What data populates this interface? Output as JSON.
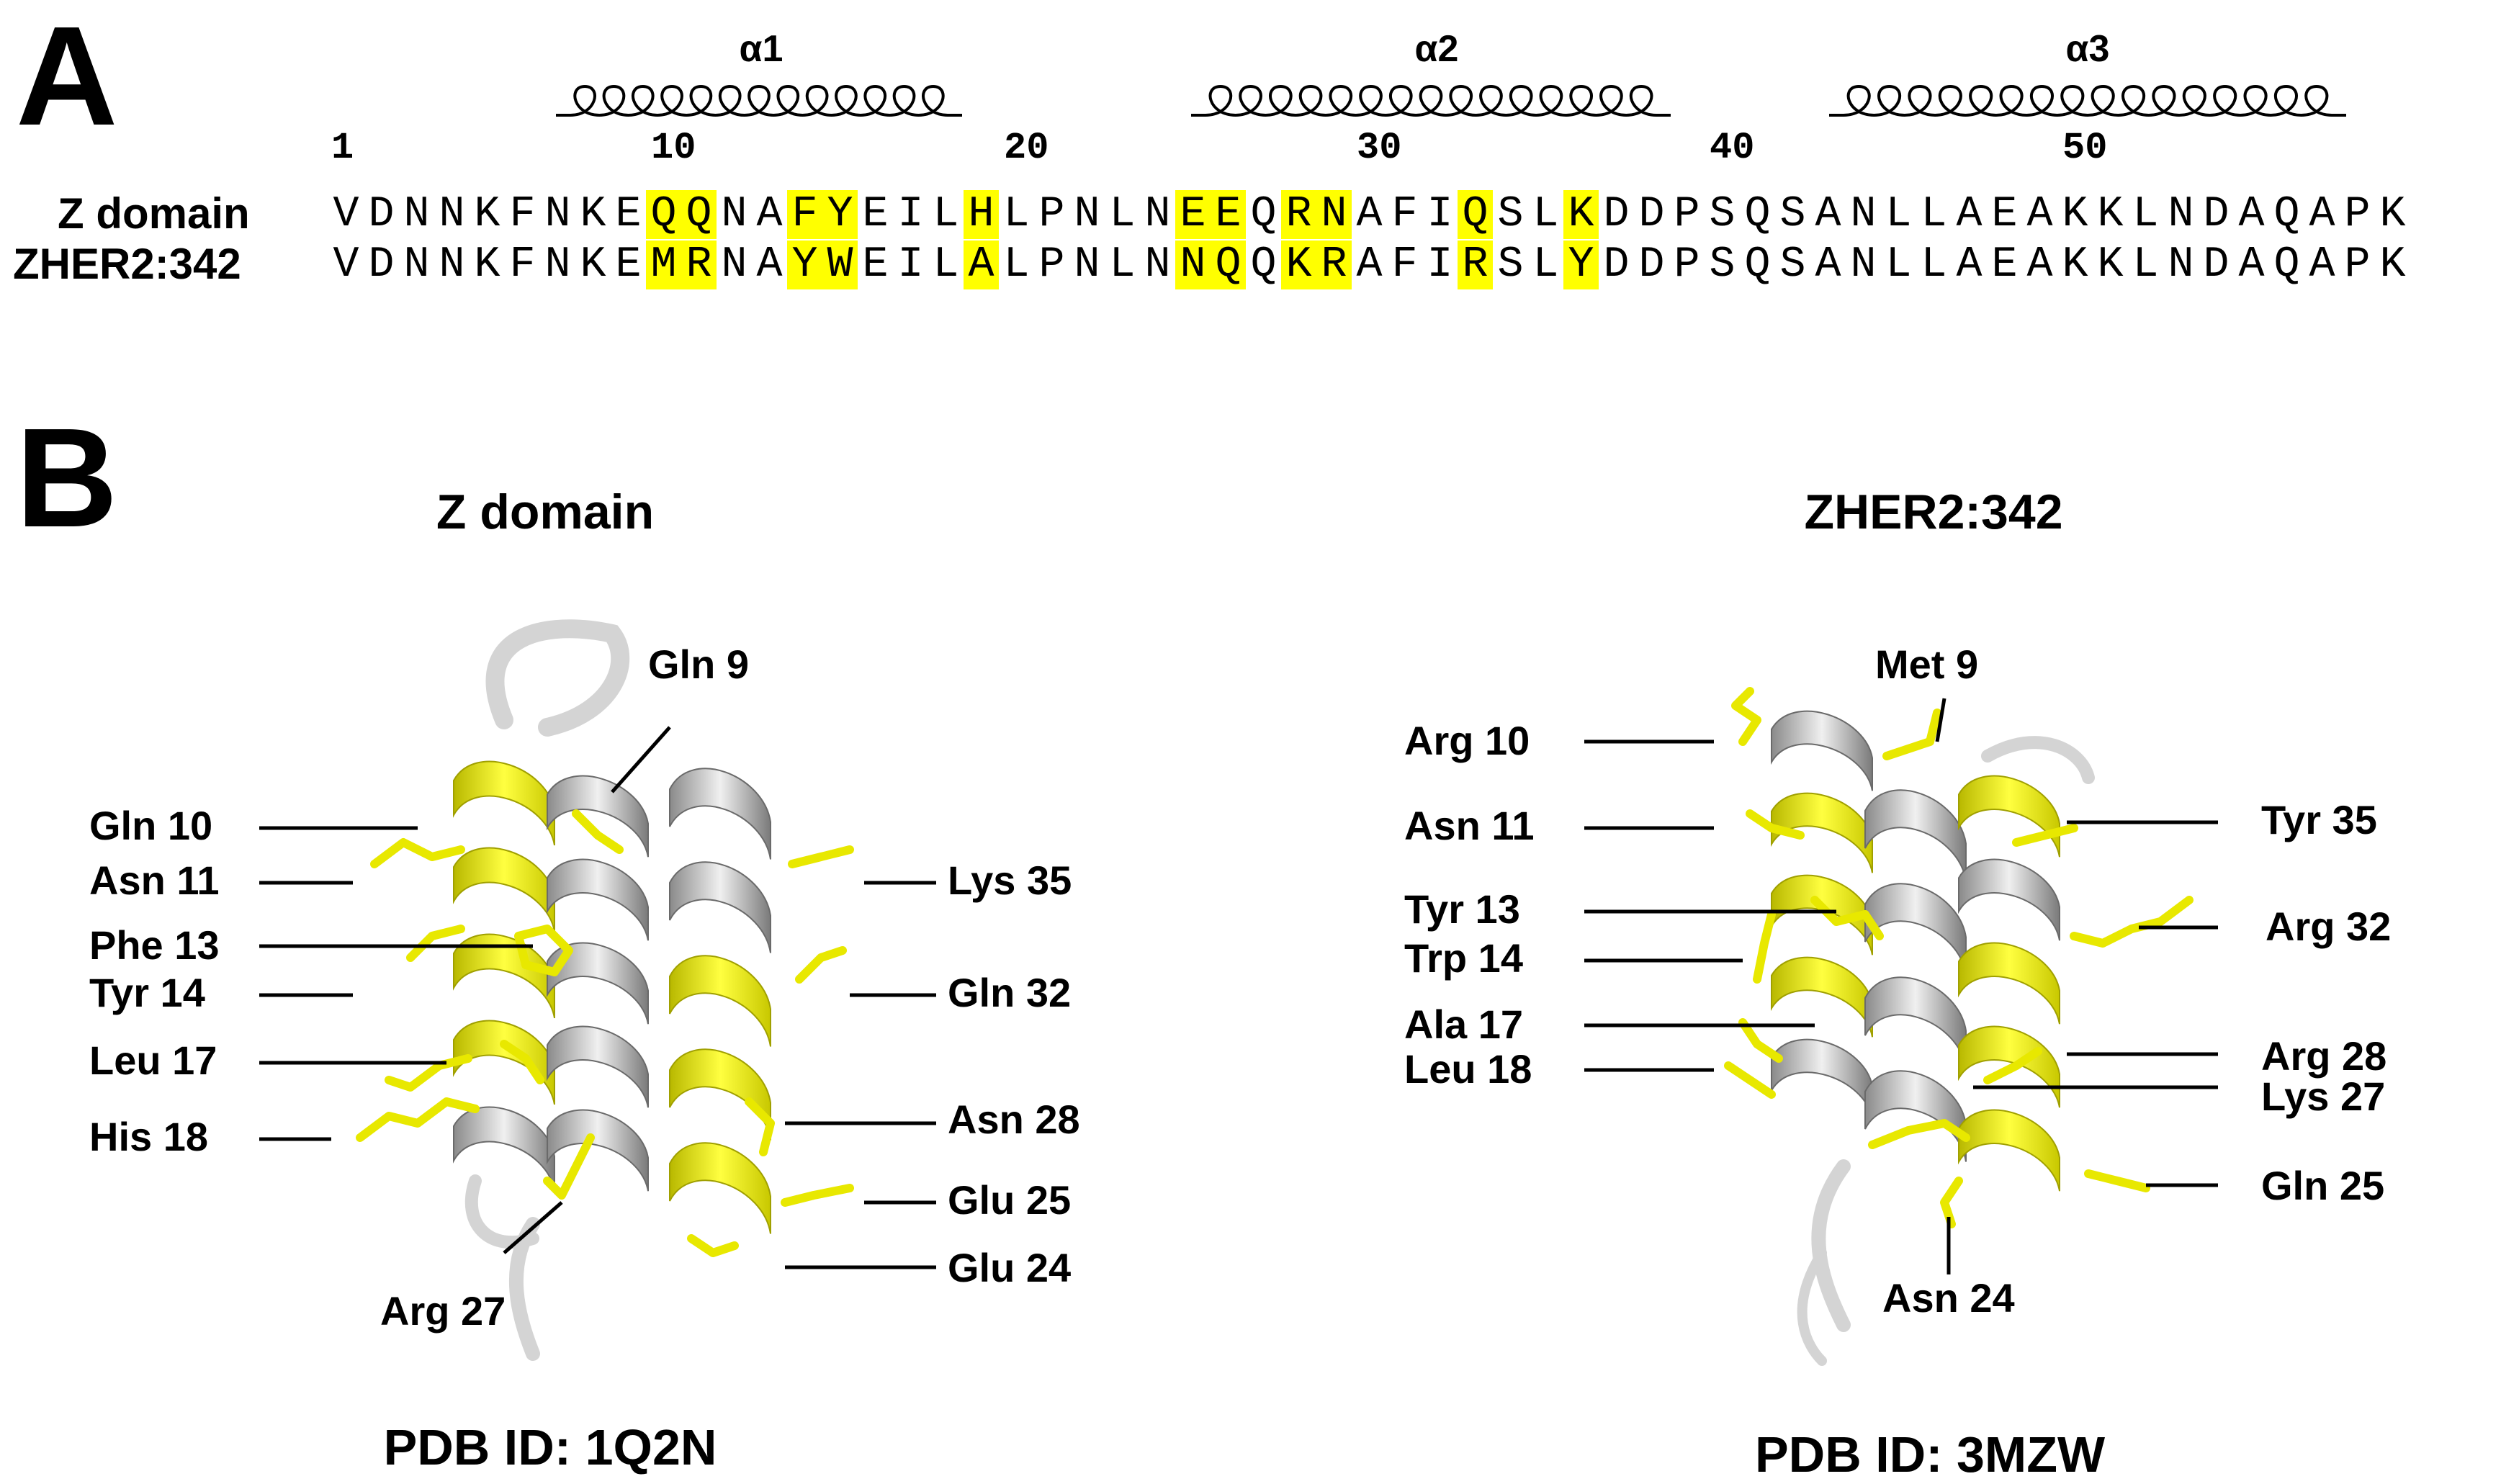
{
  "panel_a": {
    "letter": "A",
    "helices": [
      {
        "label": "α1"
      },
      {
        "label": "α2"
      },
      {
        "label": "α3"
      }
    ],
    "position_marks": [
      "1",
      "10",
      "20",
      "30",
      "40",
      "50"
    ],
    "sequences": [
      {
        "name": "Z domain",
        "residues": "VDNNKFNKEQQNAFYEILHLPNLNEEQRNAFIQSLKDDPSQSANLLAEAKKLNDAQAPK"
      },
      {
        "name": "ZHER2:342",
        "residues": "VDNNKFNKEMRNAYWEILALPNLNNQQKRAFIRSLYDDPSQSANLLAEAKKLNDAQAPK"
      }
    ],
    "highlight_color": "#ffff00"
  },
  "panel_b": {
    "letter": "B",
    "left": {
      "title": "Z domain",
      "pdb": "PDB ID: 1Q2N",
      "labels": [
        "Gln 9",
        "Gln 10",
        "Asn 11",
        "Phe 13",
        "Tyr 14",
        "Leu 17",
        "His 18",
        "Lys 35",
        "Gln 32",
        "Asn 28",
        "Glu 25",
        "Glu 24",
        "Arg 27"
      ]
    },
    "right": {
      "title": "ZHER2:342",
      "pdb": "PDB ID: 3MZW",
      "labels": [
        "Met 9",
        "Arg 10",
        "Asn 11",
        "Tyr 13",
        "Trp 14",
        "Ala 17",
        "Leu 18",
        "Tyr 35",
        "Arg 32",
        "Arg 28",
        "Lys 27",
        "Gln 25",
        "Asn 24"
      ]
    },
    "colors": {
      "helix": "#c8c8c8",
      "mutated_residue": "#ffff00"
    }
  }
}
